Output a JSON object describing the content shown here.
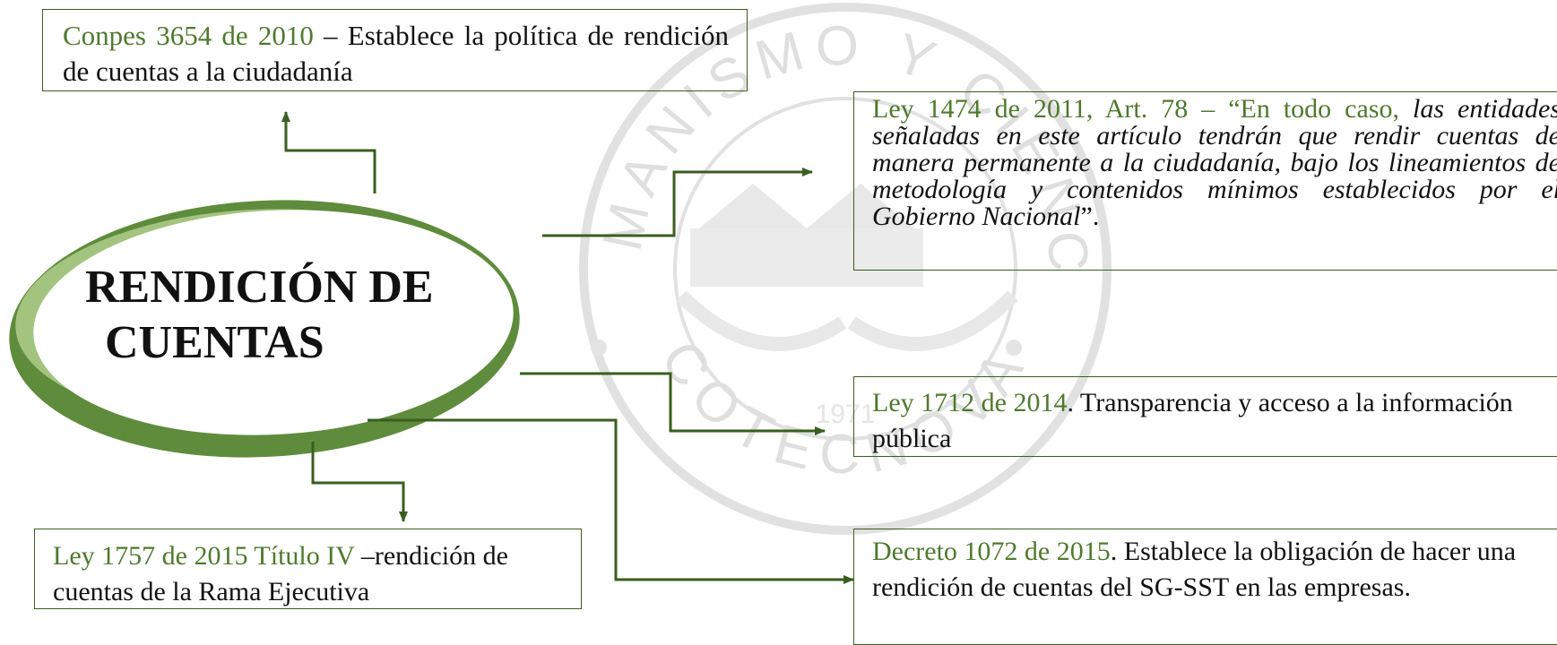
{
  "center": {
    "title_line1": "RENDICIÓN  DE",
    "title_line2": "CUENTAS"
  },
  "boxes": {
    "conpes": {
      "ref": "Conpes 3654 de 2010",
      "text": " – Establece la  política de rendición de cuentas a la  ciudadanía"
    },
    "ley1474": {
      "ref": "Ley 1474 de 2011",
      "mid": ", Art. 78 – “En todo caso, ",
      "quote": "las entidades señaladas en este artículo tendrán  que rendir cuentas de manera permanente a  la ciudadanía, bajo los lineamientos de  metodología y contenidos mínimos  establecidos por el Gobierno Nacional",
      "end": "”."
    },
    "ley1712": {
      "ref": "Ley 1712 de 2014",
      "text": ". Transparencia y acceso a la información pública"
    },
    "decreto": {
      "ref": "Decreto 1072 de 2015",
      "text": ". Establece la obligación de hacer una rendición de cuentas del SG-SST en las empresas."
    },
    "ley1757": {
      "ref": "Ley 1757 de 2015 Título IV",
      "text": " –rendición de cuentas de la Rama Ejecutiva"
    }
  },
  "colors": {
    "ellipse_dark": "#5f8c3c",
    "ellipse_light": "#a3c47e",
    "connector": "#3a5e1e",
    "reference_text": "#4e7a2c",
    "watermark": "#dcdcdc"
  },
  "watermark": {
    "top_text": "HUMANISMO Y CIENCIA",
    "bottom_text": "COTECNOVA",
    "year": "1971"
  }
}
